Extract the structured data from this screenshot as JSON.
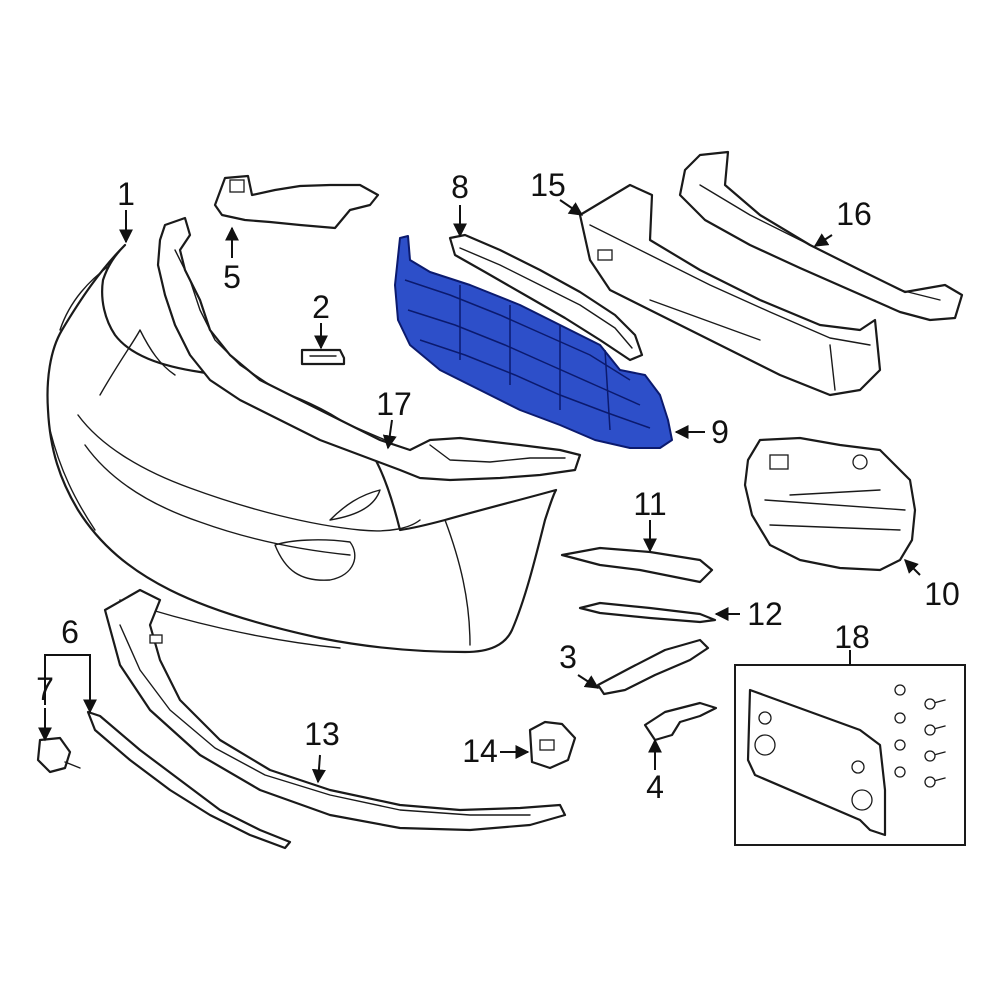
{
  "highlight_color": "#2d4fc9",
  "highlight_stroke": "#0b1a6e",
  "callouts": {
    "c1": "1",
    "c2": "2",
    "c3": "3",
    "c4": "4",
    "c5": "5",
    "c6": "6",
    "c7": "7",
    "c8": "8",
    "c9": "9",
    "c10": "10",
    "c11": "11",
    "c12": "12",
    "c13": "13",
    "c14": "14",
    "c15": "15",
    "c16": "16",
    "c17": "17",
    "c18": "18"
  },
  "highlighted_part": "9"
}
